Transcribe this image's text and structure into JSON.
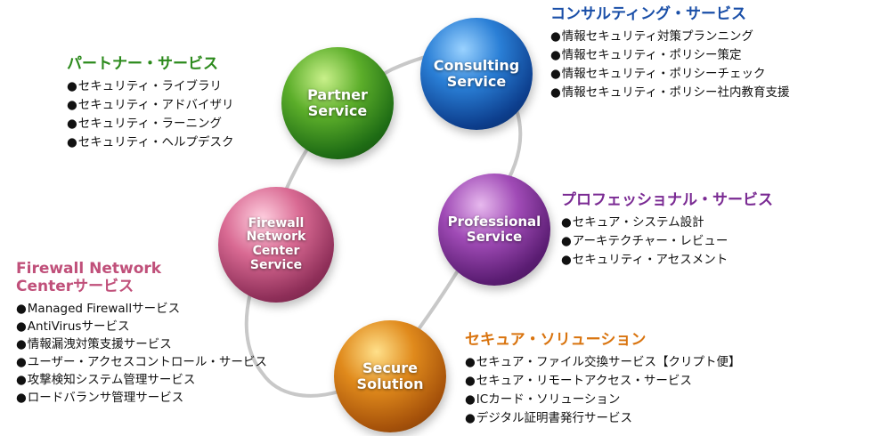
{
  "spheres": {
    "consulting": "Consulting\nService",
    "partner": "Partner\nService",
    "professional": "Professional\nService",
    "firewall": "Firewall\nNetwork\nCenter\nService",
    "secure": "Secure\nSolution"
  },
  "consulting": {
    "title": "コンサルティング・サービス",
    "items": [
      "情報セキュリティ対策プランニング",
      "情報セキュリティ・ポリシー策定",
      "情報セキュリティ・ポリシーチェック",
      "情報セキュリティ・ポリシー社内教育支援"
    ]
  },
  "partner": {
    "title": "パートナー・サービス",
    "items": [
      "セキュリティ・ライブラリ",
      "セキュリティ・アドバイザリ",
      "セキュリティ・ラーニング",
      "セキュリティ・ヘルプデスク"
    ]
  },
  "professional": {
    "title": "プロフェッショナル・サービス",
    "items": [
      "セキュア・システム設計",
      "アーキテクチャー・レビュー",
      "セキュリティ・アセスメント"
    ]
  },
  "firewall": {
    "title": "Firewall Network\nCenterサービス",
    "items": [
      "Managed Firewallサービス",
      "AntiVirusサービス",
      "情報漏洩対策支援サービス",
      "ユーザー・アクセスコントロール・サービス",
      "攻撃検知システム管理サービス",
      "ロードバランサ管理サービス"
    ]
  },
  "secure": {
    "title": "セキュア・ソリューション",
    "items": [
      "セキュア・ファイル交換サービス【クリプト便】",
      "セキュア・リモートアクセス・サービス",
      "ICカード・ソリューション",
      "デジタル証明書発行サービス"
    ]
  },
  "colors": {
    "consulting": "#1a4fa8",
    "partner": "#2c8a1c",
    "professional": "#7a2a93",
    "firewall": "#c0507a",
    "secure": "#d9740f",
    "ring": "#c8c8c8"
  }
}
